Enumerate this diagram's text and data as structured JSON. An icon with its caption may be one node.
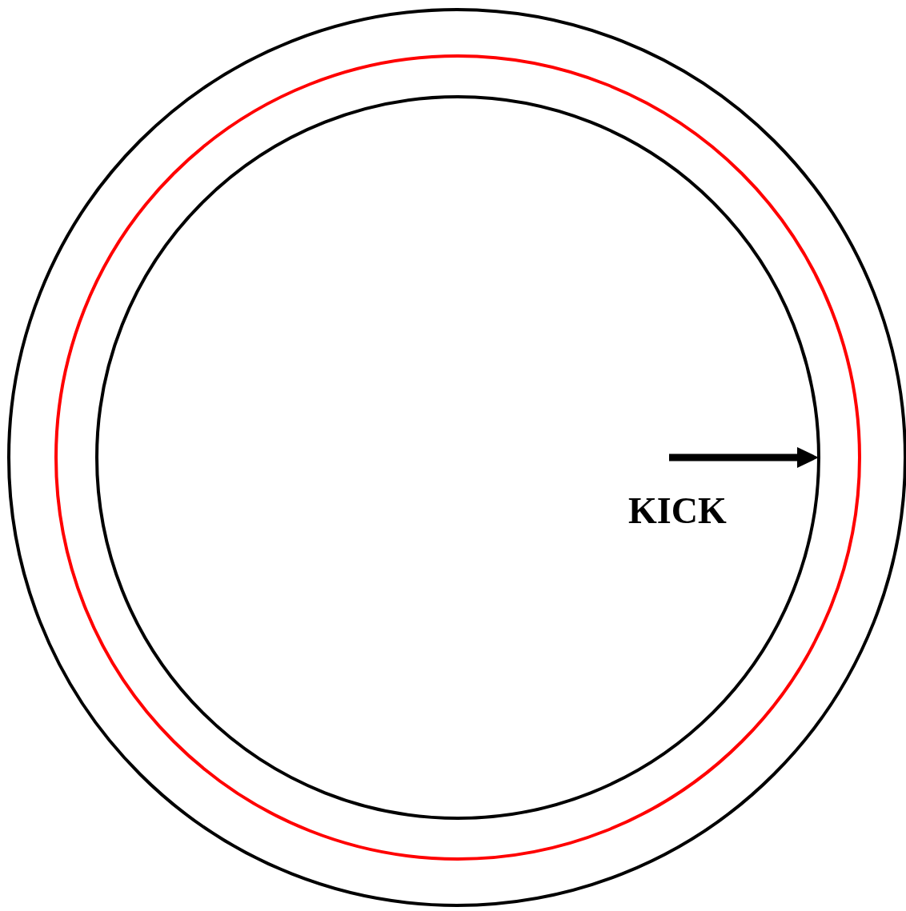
{
  "diagram": {
    "nodes": [
      {
        "text": [],
        "shape": "circle"
      },
      {
        "text": [],
        "shape": "circle",
        "in": 0
      },
      {
        "text": [],
        "shape": "circle",
        "in": 1
      }
    ],
    "edges": [
      {
        "from": null,
        "to": 2,
        "arrow": "to",
        "label": "KICK"
      }
    ]
  }
}
